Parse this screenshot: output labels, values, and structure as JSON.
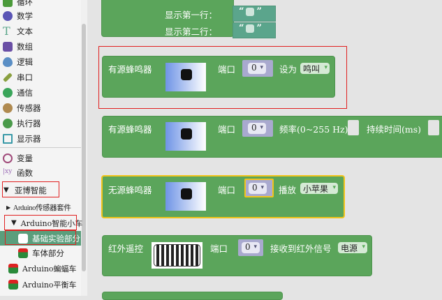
{
  "sidebar": {
    "items": [
      {
        "label": "循环",
        "color": "#4b9a3a"
      },
      {
        "label": "数学",
        "color": "#5b55b5"
      },
      {
        "label": "文本",
        "color": "#5aa58a"
      },
      {
        "label": "数组",
        "color": "#6a4fa5"
      },
      {
        "label": "逻辑",
        "color": "#5b8fc5"
      },
      {
        "label": "串口",
        "color": "#8aa040"
      },
      {
        "label": "通信",
        "color": "#3aa55a"
      },
      {
        "label": "传感器",
        "color": "#b08a50"
      },
      {
        "label": "执行器",
        "color": "#4a9a4a"
      },
      {
        "label": "显示器",
        "color": "#3a9aa8"
      },
      {
        "label": "变量",
        "color": "#a04a7a"
      },
      {
        "label": "函数",
        "color": "#9a6ab5"
      }
    ],
    "tree": {
      "root": "亚博智能",
      "sensor_kit": "Arduino传感器套件",
      "car": "Arduino智能小车",
      "basic": "基础实验部分",
      "body": "车体部分",
      "bat": "Arduino蝙蝠车",
      "balance": "Arduino平衡车"
    },
    "arrow_down": "▼",
    "arrow_right": "▶"
  },
  "blocks": {
    "lcd": {
      "line1": "显示第一行：",
      "line2": "显示第二行：",
      "q_open": "“",
      "q_close": "”"
    },
    "active_buzzer1": {
      "title": "有源蜂鸣器",
      "port_label": "端口",
      "port": "0",
      "set_label": "设为",
      "state": "鸣叫"
    },
    "active_buzzer2": {
      "title": "有源蜂鸣器",
      "port_label": "端口",
      "port": "0",
      "freq_label": "频率(0~255 Hz)",
      "dur_label": "持续时间(ms)"
    },
    "passive_buzzer": {
      "title": "无源蜂鸣器",
      "port_label": "端口",
      "port": "0",
      "play_label": "播放",
      "song": "小苹果"
    },
    "ir": {
      "title": "红外遥控",
      "port_label": "端口",
      "port": "0",
      "recv_label": "接收到红外信号",
      "key": "电源"
    }
  }
}
